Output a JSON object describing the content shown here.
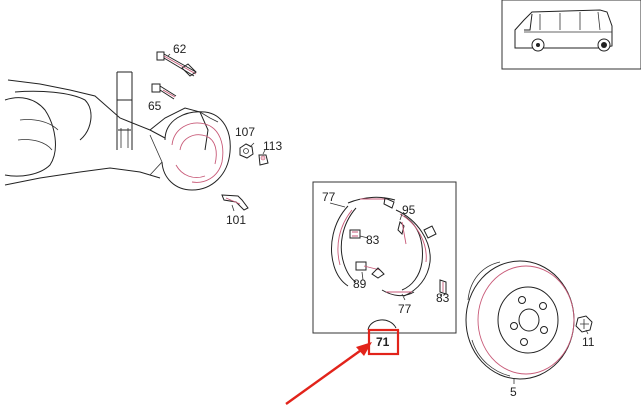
{
  "colors": {
    "highlight": "#e2231a",
    "accent": "#c85a78",
    "ink": "#222222"
  },
  "callouts": {
    "c62": "62",
    "c65": "65",
    "c107": "107",
    "c113": "113",
    "c101": "101",
    "c77a": "77",
    "c95": "95",
    "c83a": "83",
    "c89": "89",
    "c77b": "77",
    "c83b": "83",
    "c71": "71",
    "c11": "11",
    "c5": "5"
  },
  "highlighted_callout": "71"
}
